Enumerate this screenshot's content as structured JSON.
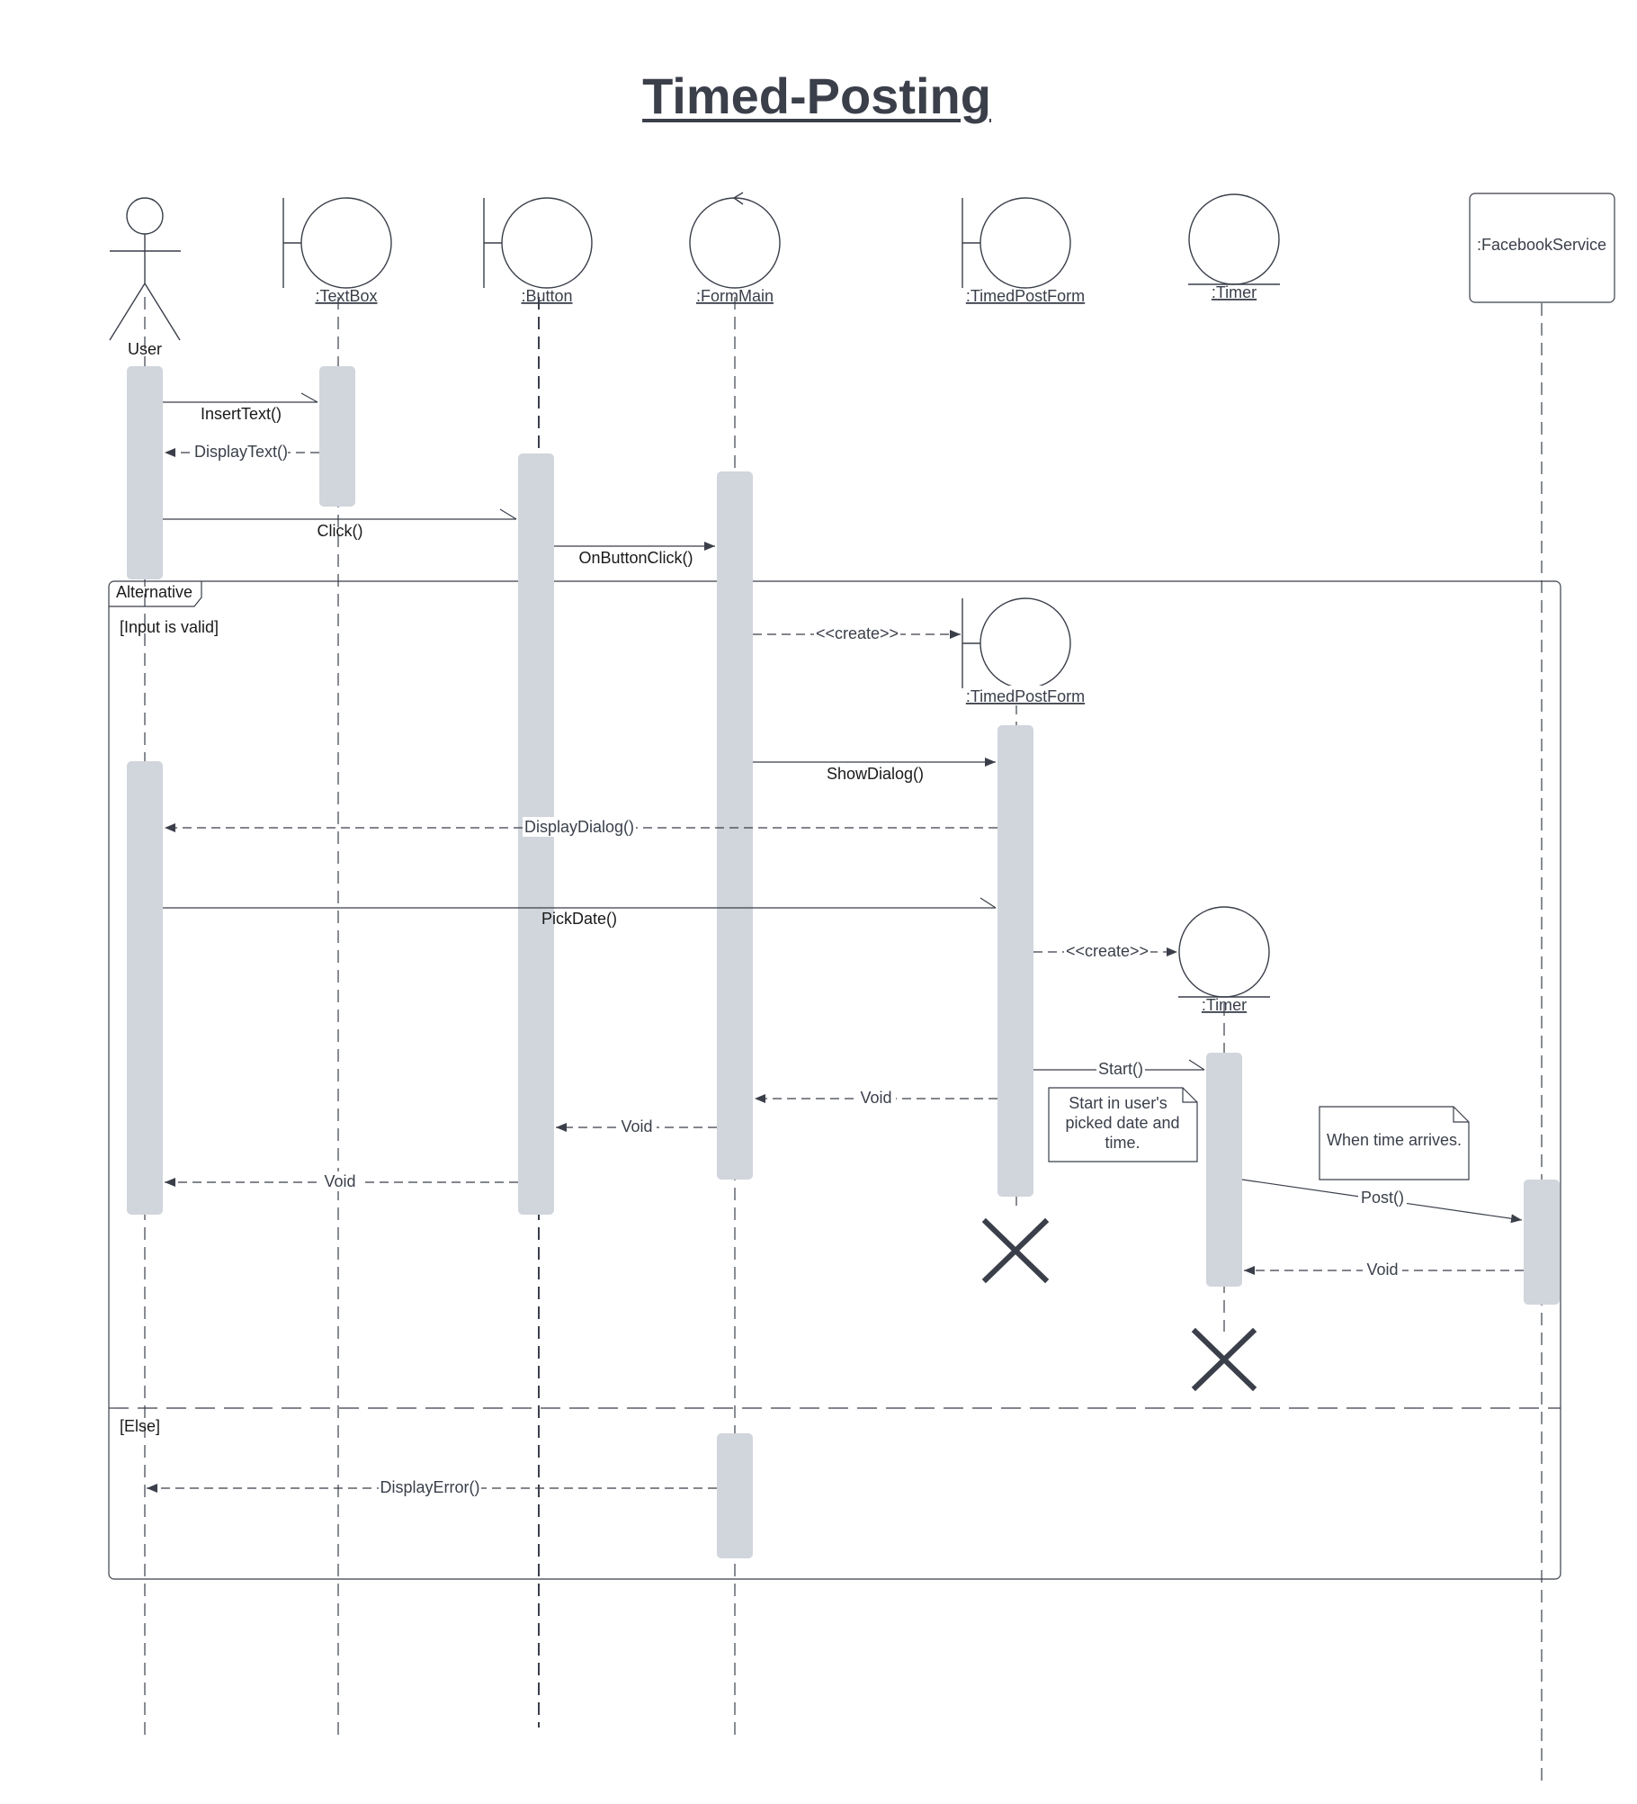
{
  "title": "Timed-Posting",
  "lifelines": {
    "user": ":User",
    "textbox": ":TextBox",
    "button": ":Button",
    "formmain": ":FormMain",
    "timedpostform": ":TimedPostForm",
    "timer": ":Timer",
    "facebookservice": ":FacebookService"
  },
  "user_label": "User",
  "created": {
    "timedpostform": ":TimedPostForm",
    "timer": ":Timer"
  },
  "messages": {
    "insert_text": "InsertText()",
    "display_text": "DisplayText()",
    "click": "Click()",
    "on_button_click": "OnButtonClick()",
    "create_form": "<<create>>",
    "show_dialog": "ShowDialog()",
    "display_dialog": "DisplayDialog()",
    "pick_date": "PickDate()",
    "create_timer": "<<create>>",
    "start": "Start()",
    "void_form_to_main": "Void",
    "void_main_to_button": "Void",
    "void_button_to_user": "Void",
    "post": "Post()",
    "void_fb_to_timer": "Void",
    "display_error": "DisplayError()"
  },
  "fragment": {
    "operator": "Alternative",
    "guard_1": "[Input is valid]",
    "guard_2": "[Else]"
  },
  "notes": {
    "start_note_line1": "Start in user's",
    "start_note_line2": "picked date and",
    "start_note_line3": "time.",
    "time_note": "When time arrives."
  },
  "colors": {
    "line": "#3a3f4a",
    "activation": "#d1d5dc",
    "text": "#3a3f4a"
  }
}
